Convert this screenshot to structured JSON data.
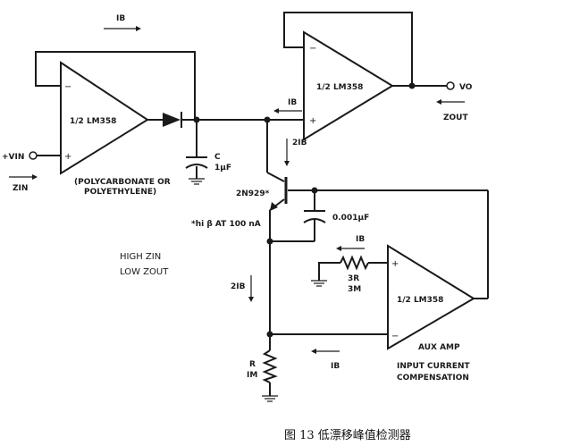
{
  "labels": {
    "ib_top": "IB",
    "op1": "1/2 LM358",
    "op2": "1/2 LM358",
    "op3": "1/2 LM358",
    "vo": "VO",
    "ib_mid": "IB",
    "zout": "ZOUT",
    "two_ib_upper": "2IB",
    "vin": "+VIN",
    "zin": "ZIN",
    "cap_c_name": "C",
    "cap_c_value": "1μF",
    "dielectric_1": "(POLYCARBONATE OR",
    "dielectric_2": "POLYETHYLENE)",
    "transistor": "2N929*",
    "note": "*hi β AT 100 nA",
    "cap2_value": "0.001μF",
    "ib_aux": "IB",
    "r3_name": "3R",
    "r3_value": "3M",
    "high_zin": "HIGH ZIN",
    "low_zout": "LOW ZOUT",
    "two_ib_lower": "2IB",
    "aux_amp": "AUX AMP",
    "ib_bottom": "IB",
    "r_name": "R",
    "r_value": "IM",
    "comp_1": "INPUT CURRENT",
    "comp_2": "COMPENSATION",
    "minus": "−",
    "plus": "+"
  },
  "caption": "图 13  低漂移峰值检测器"
}
